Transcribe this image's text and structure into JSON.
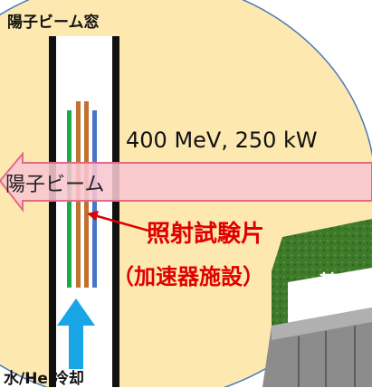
{
  "diagram": {
    "window_label": "陽子ビーム窓",
    "beam_spec": "400 MeV, 250 kW",
    "beam_label": "陽子ビーム",
    "specimen_label_line1": "照射試験片",
    "specimen_label_line2": "（加速器施設）",
    "partial_label": "基本",
    "cooling_label": "水/He 冷却",
    "colors": {
      "background_ellipse": "#fde9b0",
      "beam": "#f8c6cf",
      "beam_outline": "#e26a86",
      "annotation_red": "#e00000",
      "strip_green": "#1faa4a",
      "strip_orange": "#c07030",
      "strip_blue": "#4a74c9",
      "arrow_cyan": "#19a6e6",
      "window_wall": "#111111",
      "grass": "#3f7a2b"
    }
  }
}
